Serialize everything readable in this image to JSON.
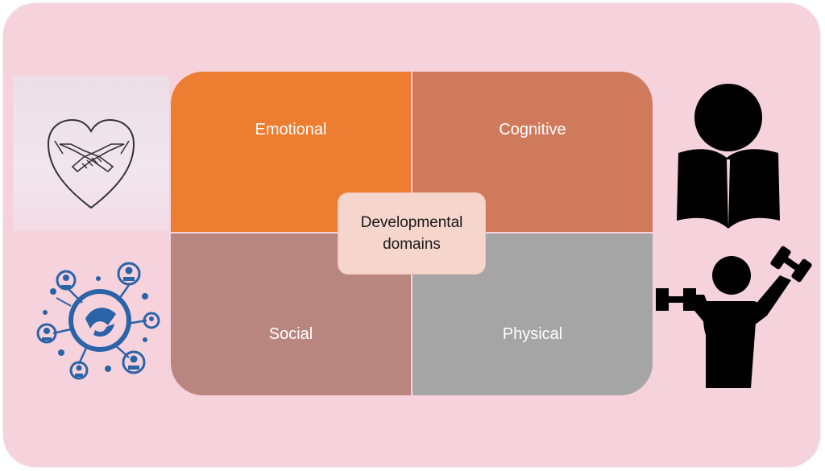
{
  "diagram": {
    "center_label_line1": "Developmental",
    "center_label_line2": "domains",
    "quadrants": {
      "emotional": {
        "label": "Emotional",
        "color": "#ed7d31"
      },
      "cognitive": {
        "label": "Cognitive",
        "color": "#d07a5c"
      },
      "social": {
        "label": "Social",
        "color": "#b9867f"
      },
      "physical": {
        "label": "Physical",
        "color": "#a5a5a5"
      }
    },
    "panel_color": "#f6d2dc",
    "icons": {
      "top_left": "heart-handshake-icon",
      "bottom_left": "community-network-icon",
      "top_right": "person-reading-icon",
      "bottom_right": "person-dumbbell-icon"
    }
  }
}
